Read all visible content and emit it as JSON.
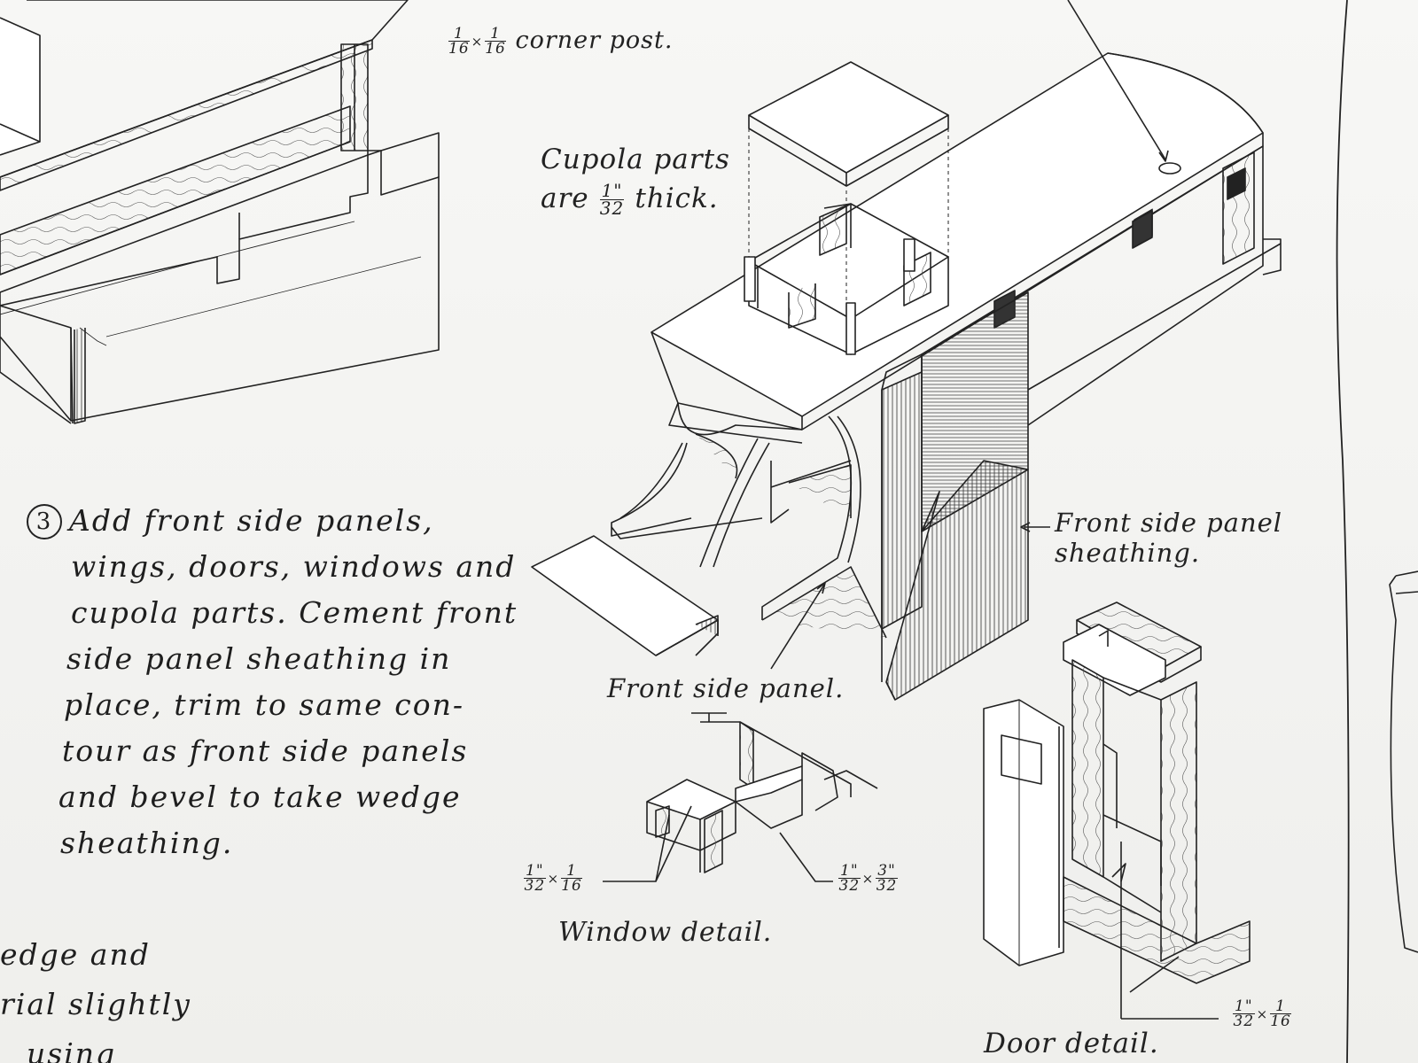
{
  "labels": {
    "corner_post": {
      "n1": "1",
      "d1": "16",
      "n2": "1",
      "d2": "16",
      "text": "corner post."
    },
    "cupola": {
      "line1": "Cupola parts",
      "prefix": "are",
      "num": "1\"",
      "den": "32",
      "suffix": "thick."
    },
    "front_side_panel_sheathing": {
      "line1": "Front side panel",
      "line2": "sheathing."
    },
    "front_side_panel": "Front side panel.",
    "window_detail": "Window detail.",
    "window_dim_left": {
      "n1": "1\"",
      "d1": "32",
      "n2": "1",
      "d2": "16"
    },
    "window_dim_right": {
      "n1": "1\"",
      "d1": "32",
      "n2": "3\"",
      "d2": "32"
    },
    "door_detail": "Door detail.",
    "door_dim": {
      "n1": "1\"",
      "d1": "32",
      "n2": "1",
      "d2": "16"
    }
  },
  "step": {
    "number": "3",
    "lines": [
      "Add front side panels,",
      "wings, doors, windows and",
      "cupola parts. Cement front",
      "side panel sheathing in",
      "place, trim to same con-",
      "tour as front side panels",
      "and bevel to take wedge",
      "sheathing."
    ]
  },
  "fragment": {
    "lines": [
      "edge and",
      "rial slightly",
      "using"
    ]
  }
}
